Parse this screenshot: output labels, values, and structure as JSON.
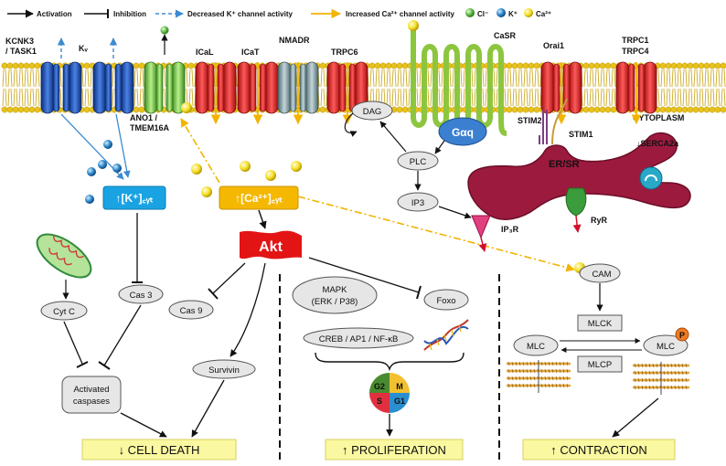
{
  "legend": {
    "activation": "Activation",
    "inhibition": "Inhibition",
    "decreased_k": "Decreased K⁺ channel activity",
    "increased_ca": "Increased Ca²⁺ channel activity",
    "cl": "Cl⁻",
    "k": "K⁺",
    "ca": "Ca²⁺"
  },
  "channels": {
    "kcnk3": "KCNK3",
    "task1": "/ TASK1",
    "kv": "Kᵥ",
    "ano1a": "ANO1 /",
    "ano1b": "TMEM16A",
    "ical": "ICaL",
    "icat": "ICaT",
    "nmadr": "NMADR",
    "trpc6": "TRPC6",
    "casr": "CaSR",
    "orai1": "Orai1",
    "trpc1": "TRPC1",
    "trpc4": "TRPC4",
    "cytoplasm": "CYTOPLASM"
  },
  "signaling": {
    "dag": "DAG",
    "gaq": "Gαq",
    "plc": "PLC",
    "ip3": "IP3",
    "stim2": "STIM2",
    "stim1": "STIM1",
    "serca": "↓SERCA2a",
    "er_sr": "ER/SR",
    "ryr": "RyR",
    "ip3r": "IP₃R"
  },
  "nodes": {
    "k_cyt": "↑[K⁺]꜀ᵧₜ",
    "ca_cyt": "↑[Ca²⁺]꜀ᵧₜ",
    "akt": "Akt",
    "cyt_c": "Cyt C",
    "cas3": "Cas 3",
    "cas9": "Cas 9",
    "survivin": "Survivin",
    "activated1": "Activated",
    "activated2": "caspases",
    "mapk1": "MAPK",
    "mapk2": "(ERK / P38)",
    "foxo": "Foxo",
    "creb": "CREB / AP1 / NF-κB",
    "cam": "CAM",
    "mlck": "MLCK",
    "mlc_left": "MLC",
    "mlc_right": "MLC",
    "mlcp": "MLCP",
    "p": "P"
  },
  "cell_cycle": {
    "g2": "G2",
    "m": "M",
    "s": "S",
    "g1": "G1"
  },
  "outcomes": {
    "death": "↓ CELL DEATH",
    "proliferation": "↑ PROLIFERATION",
    "contraction": "↑ CONTRACTION"
  },
  "colors": {
    "membrane_head": "#e8c21c",
    "channel_red": "#e02424",
    "channel_blue": "#1f4fb8",
    "channel_green": "#73c23f",
    "channel_gray": "#7f9aa0",
    "k_box": "#1aa3e3",
    "ca_box": "#f5b800",
    "akt": "#e31414",
    "outcome_bg": "#faf8a0",
    "er": "#8e1536",
    "arrow_blue_dashed": "#3c8bd0",
    "arrow_yellow_dashed": "#f3b400"
  }
}
